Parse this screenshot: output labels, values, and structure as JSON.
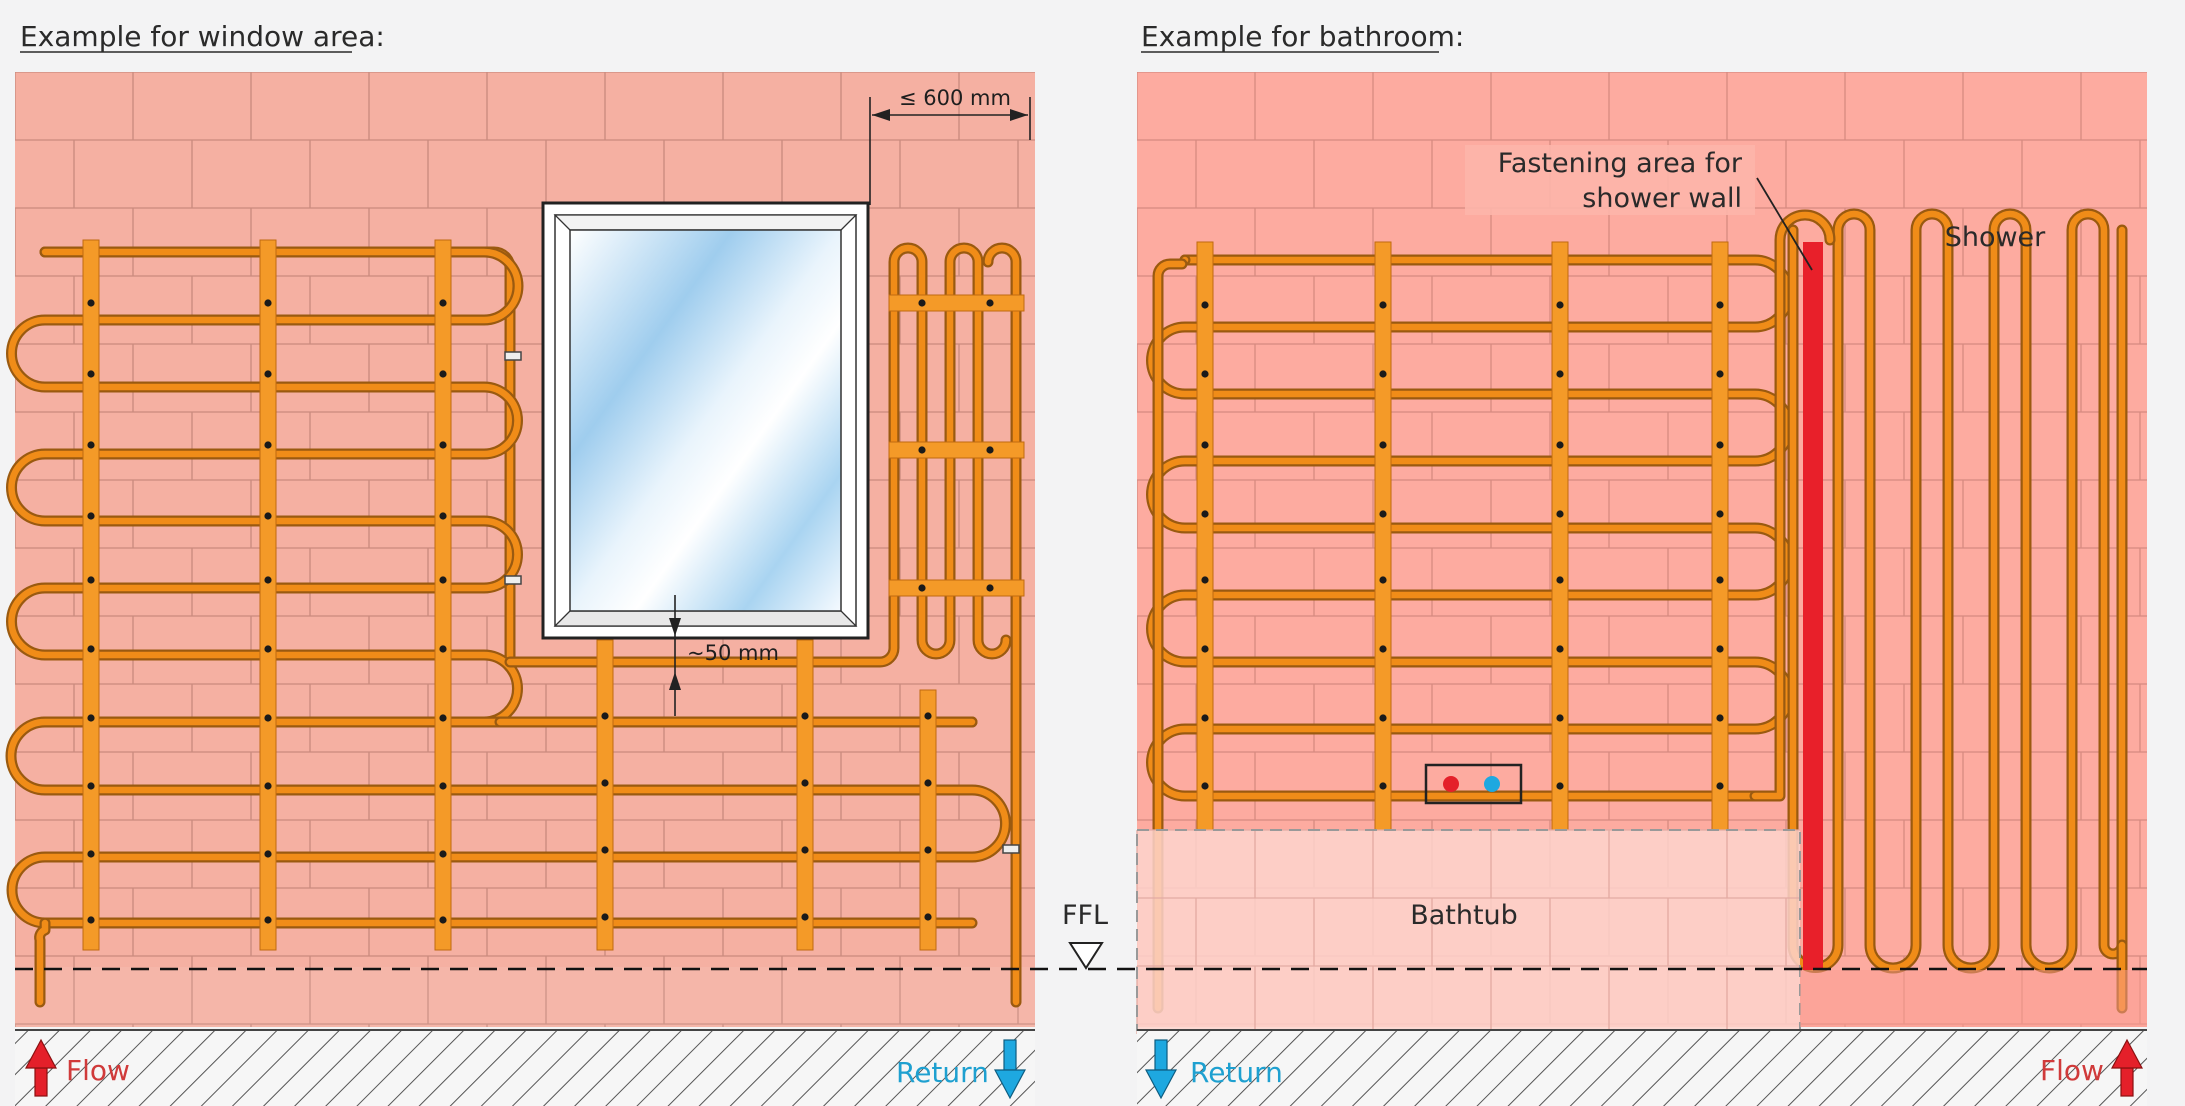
{
  "left_panel": {
    "heading": "Example for window area:",
    "dim_top": "≤ 600 mm",
    "dim_window": "~50 mm",
    "flow_label": "Flow",
    "return_label": "Return"
  },
  "right_panel": {
    "heading": "Example for bathroom:",
    "fastening_line1": "Fastening area for",
    "fastening_line2": "shower wall",
    "shower_label": "Shower",
    "bathtub_label": "Bathtub",
    "return_label": "Return",
    "flow_label": "Flow"
  },
  "ffl_label": "FFL",
  "colors": {
    "wall_left": "#f5b0a2",
    "wall_right": "#fdaba0",
    "pipe": "#f08c18",
    "pipe_edge": "#9a5a10",
    "rail": "#f49a28",
    "flow_arrow": "#e4202a",
    "return_arrow": "#1ea8e0",
    "flow_text": "#d03a3a",
    "return_text": "#1ea0d0",
    "fastening_strip": "#e8202a",
    "bathtub": "#fdd0c8"
  },
  "icons": [
    "flow-arrow-up-icon",
    "return-arrow-down-icon",
    "ffl-triangle-icon",
    "mixer-tap-icon"
  ]
}
